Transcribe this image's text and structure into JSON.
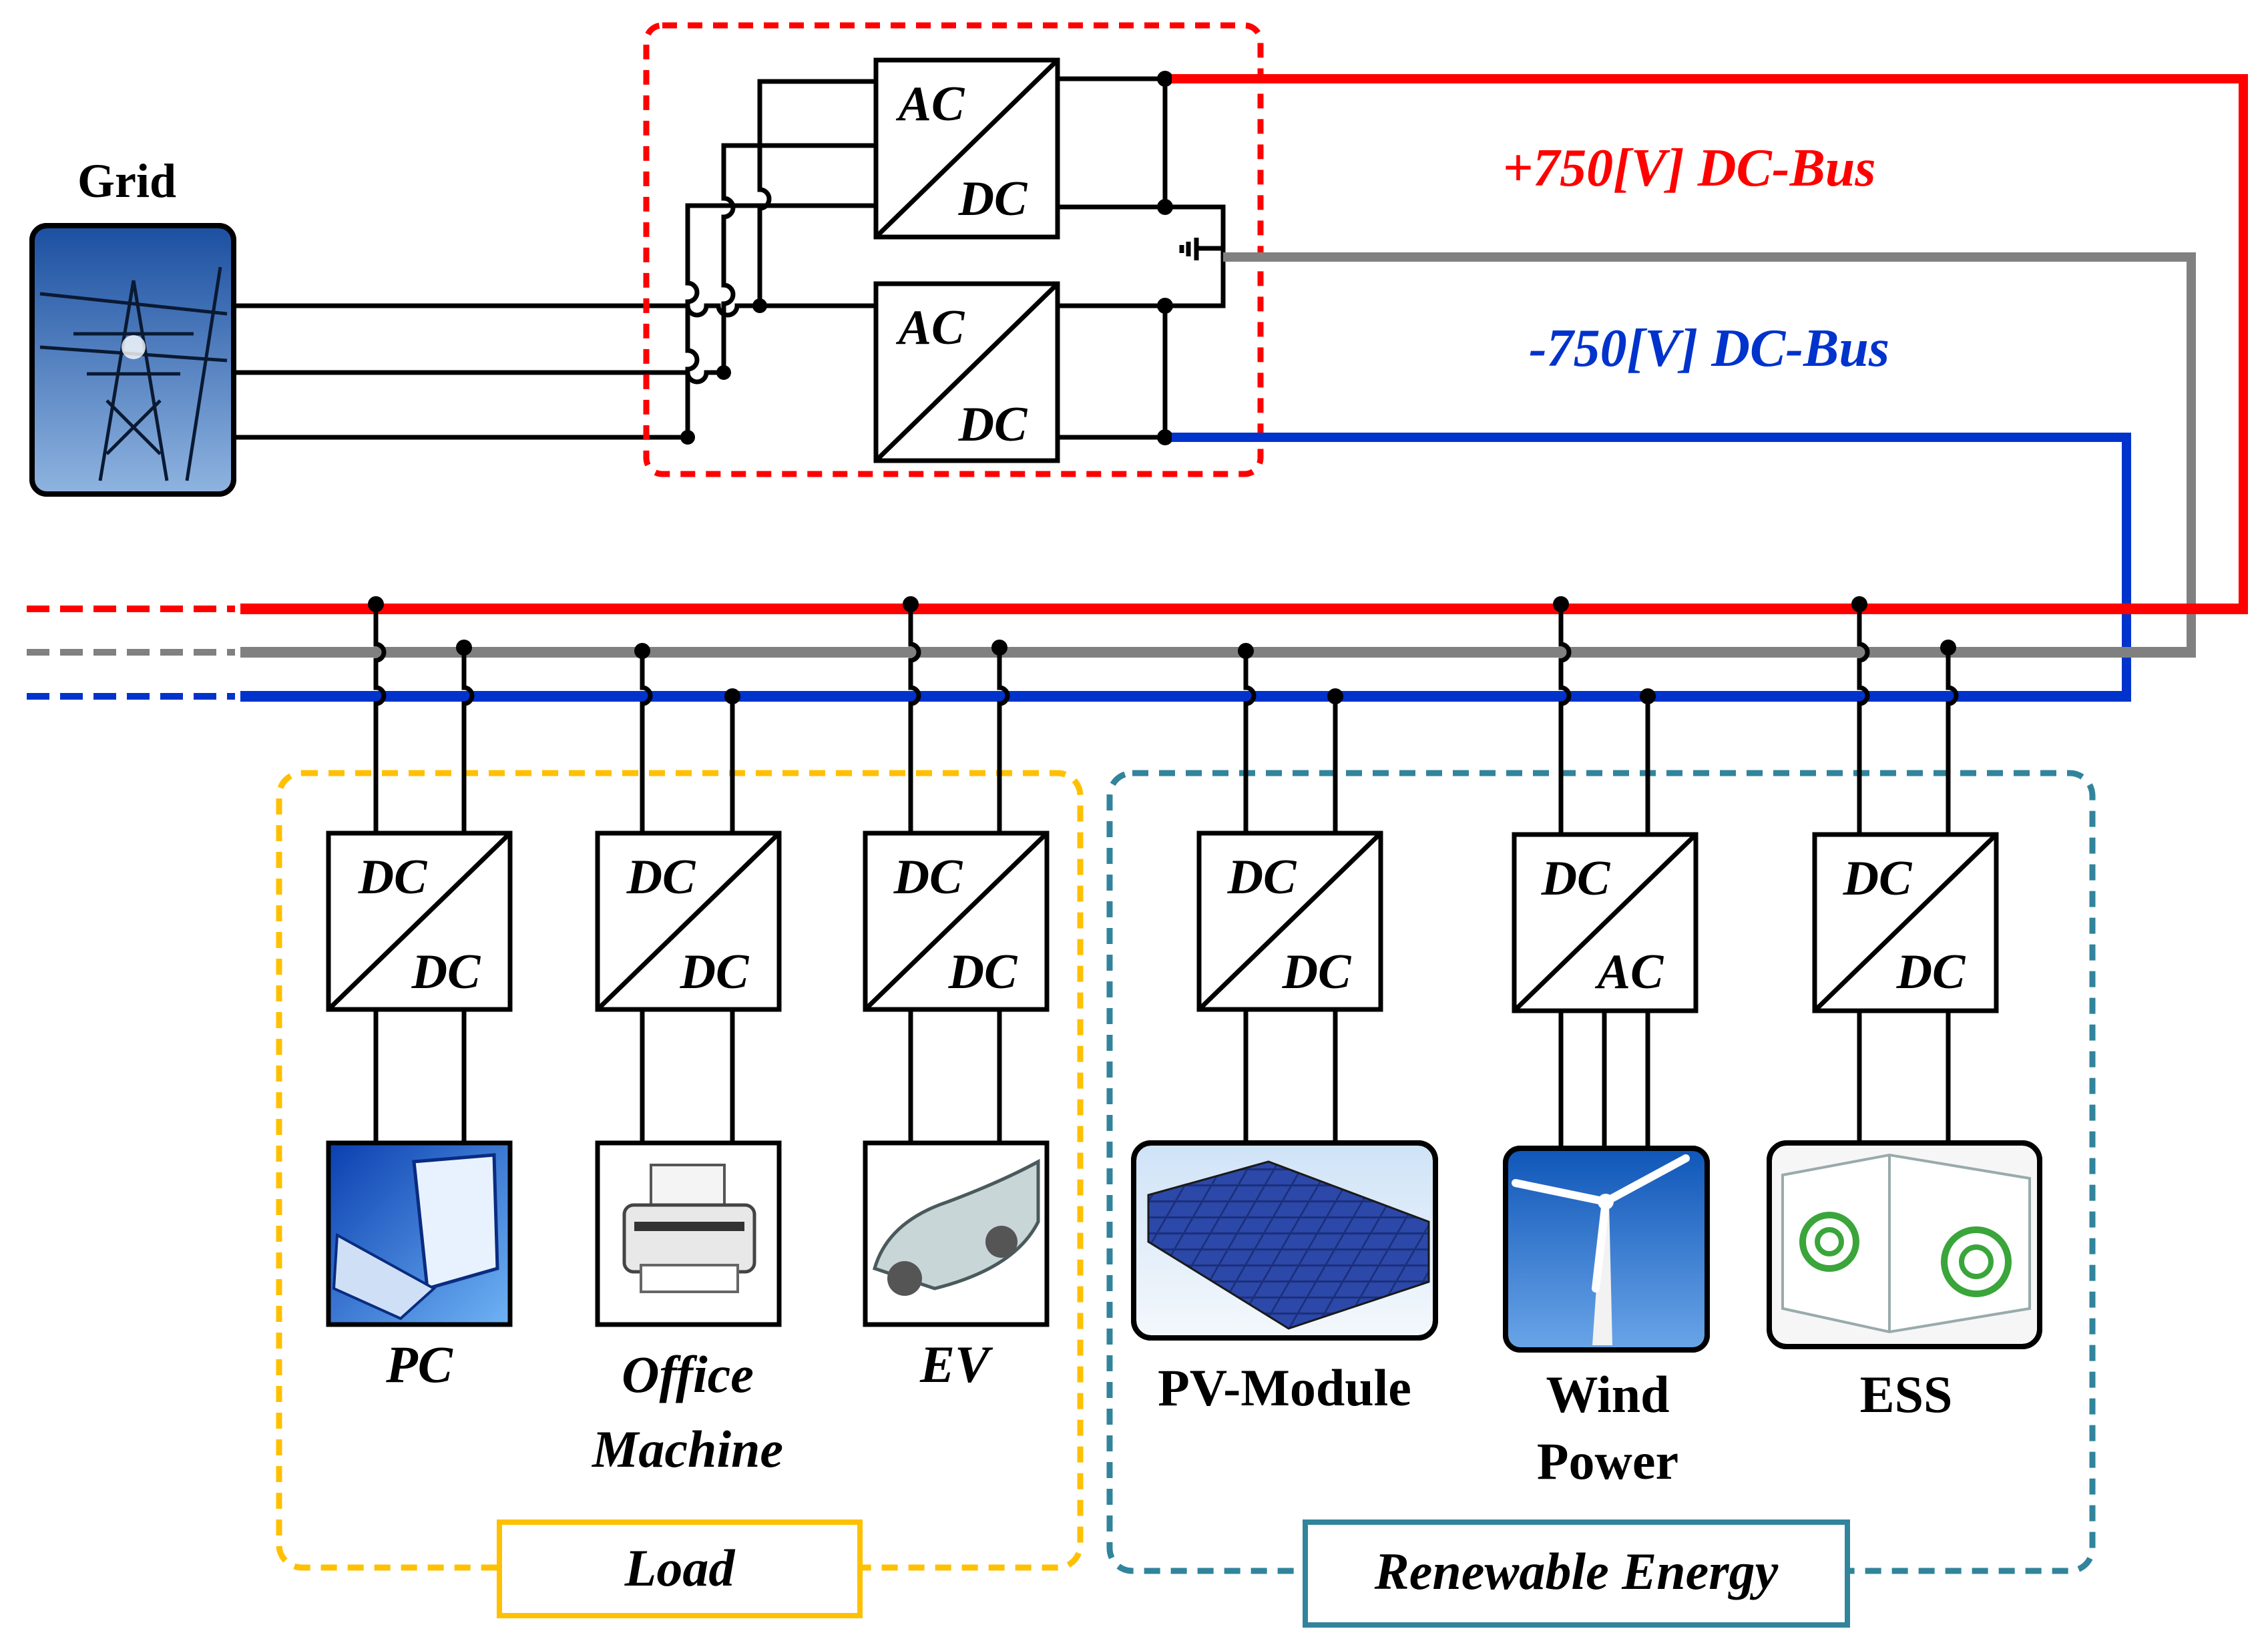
{
  "grid": {
    "label": "Grid"
  },
  "bus_labels": {
    "positive": "+750[V] DC-Bus",
    "negative": "-750[V] DC-Bus"
  },
  "main_converters": [
    {
      "top": "AC",
      "bottom": "DC"
    },
    {
      "top": "AC",
      "bottom": "DC"
    }
  ],
  "load_group": {
    "label": "Load",
    "items": [
      {
        "conv_top": "DC",
        "conv_bottom": "DC",
        "label": "PC",
        "image": "pc-icon"
      },
      {
        "conv_top": "DC",
        "conv_bottom": "DC",
        "label_line1": "Office",
        "label_line2": "Machine",
        "image": "printer-icon"
      },
      {
        "conv_top": "DC",
        "conv_bottom": "DC",
        "label": "EV",
        "image": "electric-car-icon"
      }
    ]
  },
  "renewable_group": {
    "label": "Renewable Energy",
    "items": [
      {
        "conv_top": "DC",
        "conv_bottom": "DC",
        "label": "PV-Module",
        "image": "solar-panel-icon"
      },
      {
        "conv_top": "DC",
        "conv_bottom": "AC",
        "label_line1": "Wind",
        "label_line2": "Power",
        "image": "wind-turbine-icon"
      },
      {
        "conv_top": "DC",
        "conv_bottom": "DC",
        "label": "ESS",
        "image": "energy-storage-container-icon"
      }
    ]
  },
  "colors": {
    "positive_bus": "#ff0000",
    "neutral_bus": "#808080",
    "negative_bus": "#0033cc",
    "load_box": "#ffc000",
    "renewable_box": "#31849b",
    "converter_box": "#ff0000",
    "wire": "#000000"
  }
}
